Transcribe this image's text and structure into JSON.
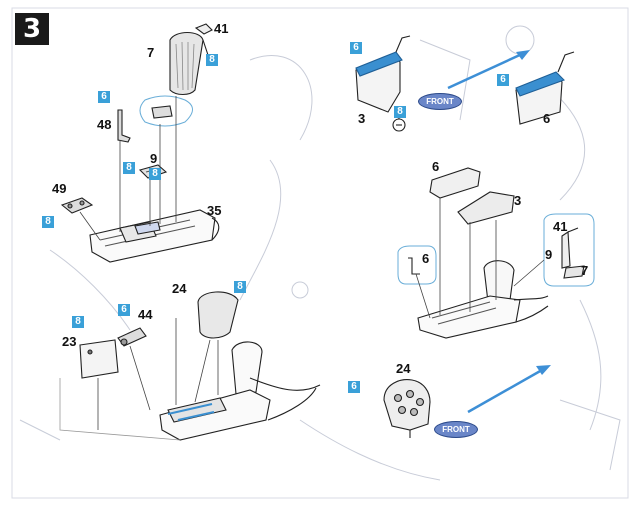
{
  "step_number": "3",
  "part_numbers": {
    "p41_top": "41",
    "p7_top": "7",
    "p48": "48",
    "p9_left": "9",
    "p49": "49",
    "p35": "35",
    "p24_left": "24",
    "p44": "44",
    "p23": "23",
    "p3_top": "3",
    "p6_top": "6",
    "p6_mid": "6",
    "p3_mid": "3",
    "p6_detail": "6",
    "p41_right": "41",
    "p9_right": "9",
    "p7_right": "7",
    "p24_right": "24"
  },
  "color_callouts": {
    "c8_seatback": "8",
    "c6_p48": "6",
    "c8_p48": "8",
    "c8_p9": "8",
    "c8_p49": "8",
    "c8_p24": "8",
    "c6_p44": "6",
    "c8_p23": "8",
    "c6_top_left": "6",
    "c8_p3": "8",
    "c6_top_right": "6",
    "c6_panel": "6"
  },
  "front_labels": {
    "front_top": "FRONT",
    "front_bottom": "FRONT"
  },
  "colors": {
    "callout_blue": "#3aa0d8",
    "front_fill": "#6a86c8",
    "line": "#222222",
    "faint": "#c8ccd8",
    "arrow": "#3d8fd6"
  }
}
